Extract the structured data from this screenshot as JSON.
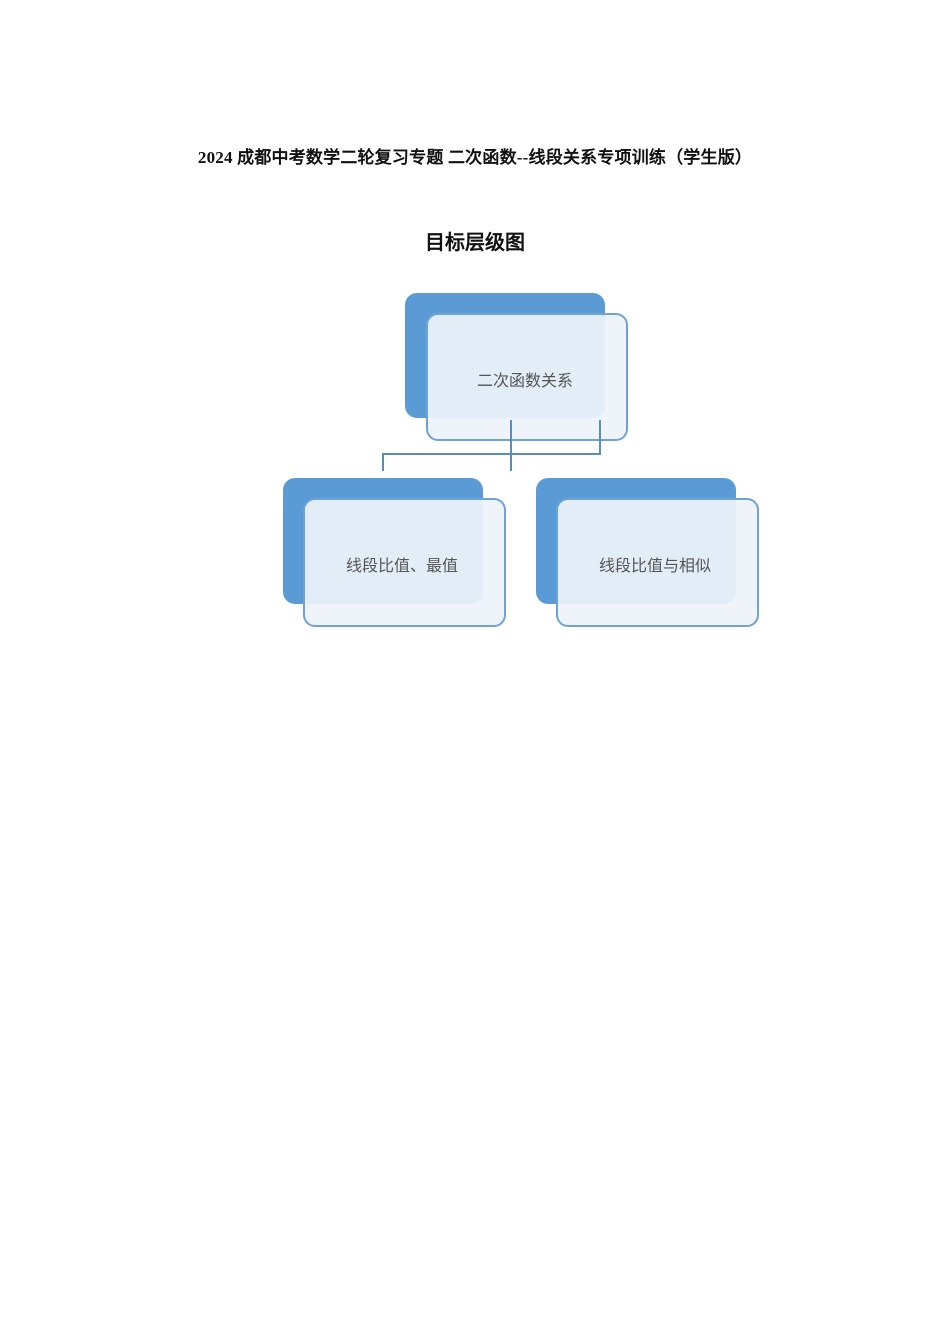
{
  "document": {
    "title": "2024 成都中考数学二轮复习专题  二次函数--线段关系专项训练（学生版）"
  },
  "hierarchy_chart": {
    "heading": "目标层级图",
    "root": {
      "label": "二次函数关系"
    },
    "children": [
      {
        "label": "线段比值、最值"
      },
      {
        "label": "线段比值与相似"
      }
    ],
    "colors": {
      "back_fill": "#5b9bd5",
      "front_fill": "#eef3fb",
      "border": "#6fa3d8",
      "connector": "#5a8cc0"
    }
  }
}
